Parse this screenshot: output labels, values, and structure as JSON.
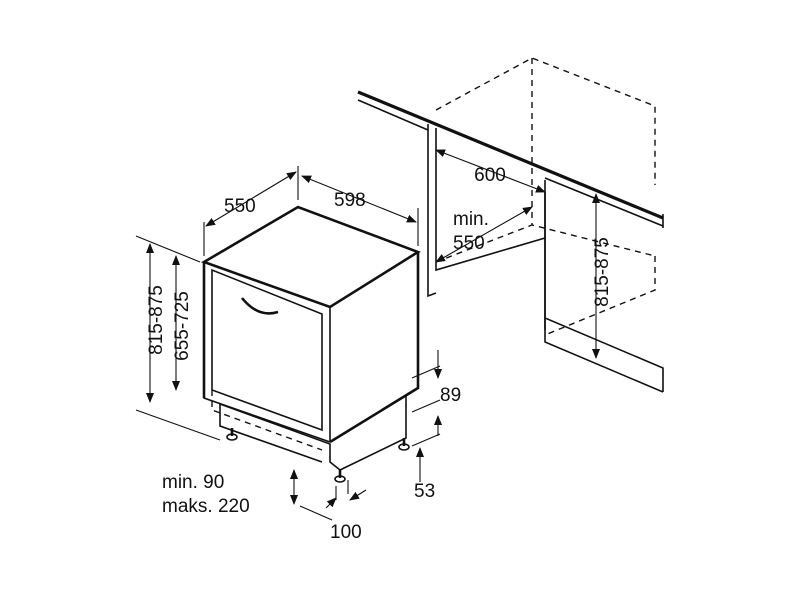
{
  "dimensions": {
    "depth_top": "550",
    "width_top": "598",
    "niche_width": "600",
    "niche_depth_prefix": "min.",
    "niche_depth_value": "550",
    "appliance_height": "815-875",
    "door_height": "655-725",
    "niche_height": "815-875",
    "plinth_89": "89",
    "plinth_53": "53",
    "plinth_min": "min. 90",
    "plinth_max": "maks. 220",
    "plinth_depth": "100"
  }
}
